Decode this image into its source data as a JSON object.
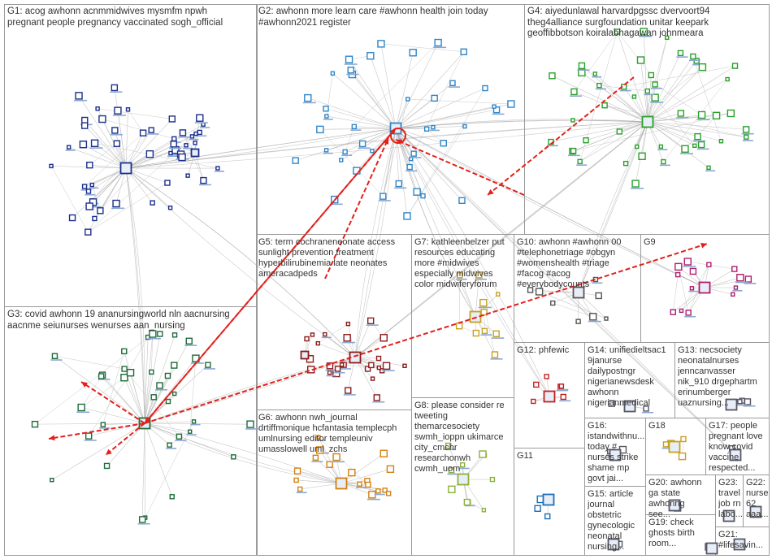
{
  "groups": [
    {
      "id": "G1",
      "label": "G1: acog awhonn acnmmidwives mysmfm npwh\npregnant people pregnancy vaccinated sogh_official",
      "color": "#1b2f8c"
    },
    {
      "id": "G2",
      "label": "G2: awhonn more learn care #awhonn health join today\n#awhonn2021 register",
      "color": "#2f86c8"
    },
    {
      "id": "G3",
      "label": "G3: covid awhonn 19 ananursingworld nln aacnursing\naacnme seiunurses wenurses aan_nursing",
      "color": "#1f6b3a"
    },
    {
      "id": "G4",
      "label": "G4: aiyedunlawal harvardpgssc dvervoort94\ntheg4alliance surgfoundation unitar keepark\ngeoffibbotson koiralabhagawan johnmeara",
      "color": "#2aa02a"
    },
    {
      "id": "G5",
      "label": "G5: term cochraneneonate access\nsunlight prevention treatment\nhyperbilirubinemia late neonates\nameracadpeds",
      "color": "#8c1b1b"
    },
    {
      "id": "G6",
      "label": "G6: awhonn nwh_journal\ndrtiffmonique hcfantasia templecph\numlnursing editor templeuniv\numasslowell uml_zchs",
      "color": "#d4800f"
    },
    {
      "id": "G7",
      "label": "G7: kathleenbelzer put\nresources educating\nmore #midwives\nespecially midwives\ncolor midwiferyforum",
      "color": "#c8a020"
    },
    {
      "id": "G8",
      "label": "G8: please consider re\ntweeting\nthemarcesociety\nswmh_ioppn ukimarce\ncity_cmchr\nresearchonwh\ncwmh_uom",
      "color": "#8bb03a"
    },
    {
      "id": "G9",
      "label": "G9",
      "color": "#b01c6e"
    },
    {
      "id": "G10",
      "label": "G10: awhonn #awhonn 00\n#telephonetriage #obgyn\n#womenshealth #triage\n#facog #acog\n#everybodycounts",
      "color": "#555555"
    },
    {
      "id": "G11",
      "label": "G11",
      "color": "#1d6fb8"
    },
    {
      "id": "G12",
      "label": "G12: phfewic",
      "color": "#c02020"
    },
    {
      "id": "G13",
      "label": "G13: necsociety\nneonatalnurses\njenncanvasser\nnik_910 drgephartm\nerinumberger\nuaznursing...",
      "color": "#556"
    },
    {
      "id": "G14",
      "label": "G14: unifiedieltsac1\n9janurse\ndailypostngr\nnigerianewsdesk\nawhonn\nnigerianmedical",
      "color": "#556"
    },
    {
      "id": "G15",
      "label": "G15: article\njournal\nobstetric\ngynecologic\nneonatal\nnursing...",
      "color": "#556"
    },
    {
      "id": "G16",
      "label": "G16:\nistandwithnu...\ntoday #\nnurses strike\nshame mp\ngovt jai...",
      "color": "#556"
    },
    {
      "id": "G17",
      "label": "G17: people\npregnant love\nknow covid\nvaccine\nrespected...",
      "color": "#556"
    },
    {
      "id": "G18",
      "label": "G18",
      "color": "#c8a020"
    },
    {
      "id": "G19",
      "label": "G19: check\nghosts birth\nroom...",
      "color": "#556"
    },
    {
      "id": "G20",
      "label": "G20: awhonn\nga state\nawhonng see...",
      "color": "#556"
    },
    {
      "id": "G21",
      "label": "G21:\n#lifesavin...",
      "color": "#556"
    },
    {
      "id": "G22",
      "label": "G22:\nnurse\n62\naaa...",
      "color": "#556"
    },
    {
      "id": "G23",
      "label": "G23:\ntravel\njob rn\nlabo...",
      "color": "#556"
    }
  ]
}
